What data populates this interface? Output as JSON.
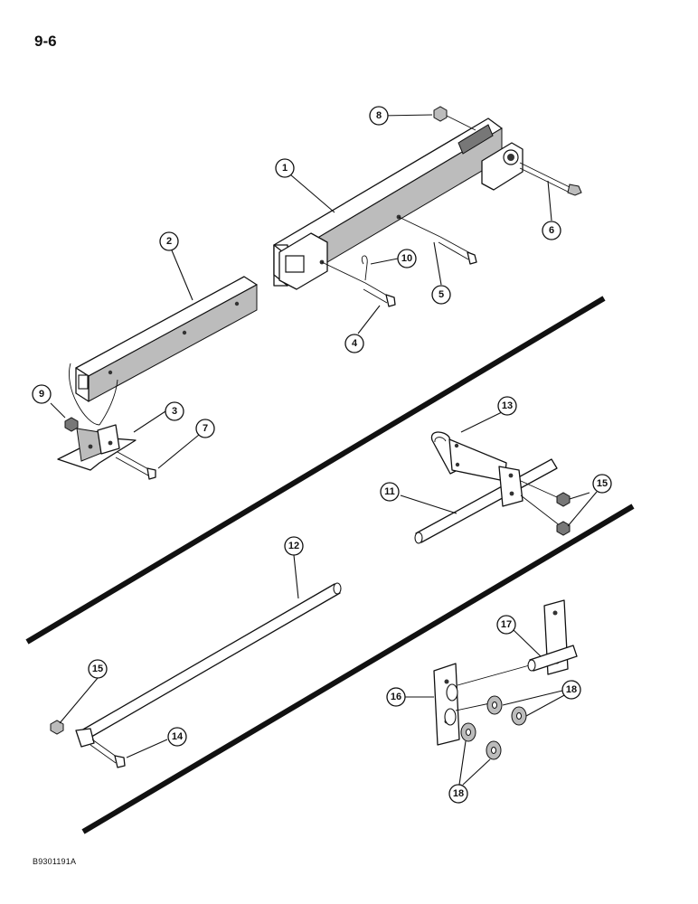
{
  "page_number": "9-6",
  "figure_code": "B9301191A",
  "callouts": {
    "c1": "1",
    "c2": "2",
    "c3": "3",
    "c4": "4",
    "c5": "5",
    "c6": "6",
    "c7": "7",
    "c8": "8",
    "c9": "9",
    "c10": "10",
    "c11": "11",
    "c12": "12",
    "c13": "13",
    "c14": "14",
    "c15a": "15",
    "c15b": "15",
    "c16": "16",
    "c17": "17",
    "c18a": "18",
    "c18b": "18"
  }
}
